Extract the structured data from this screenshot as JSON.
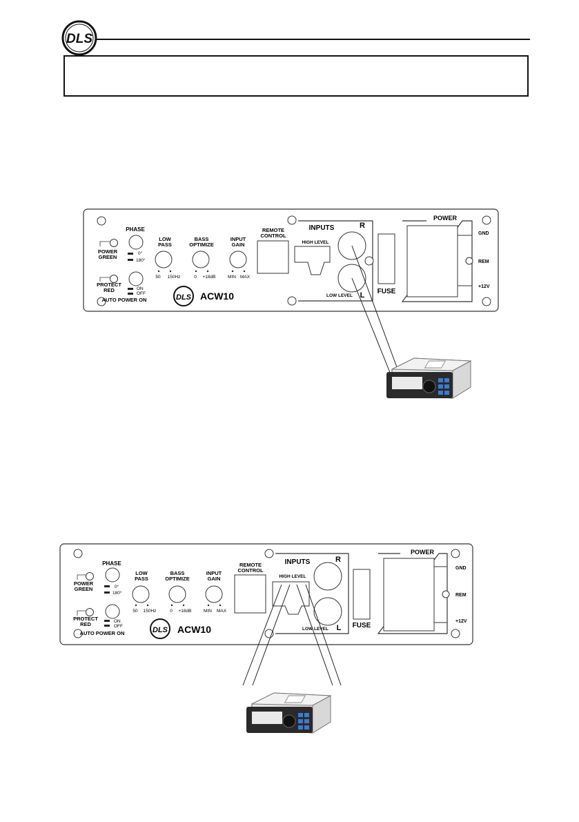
{
  "header": {
    "logo_text": "DLS"
  },
  "panel": {
    "phase": "PHASE",
    "phase_0": "0°",
    "phase_180": "180°",
    "power_line1": "POWER",
    "power_line2": "GREEN",
    "protect_line1": "PROTECT",
    "protect_line2": "RED",
    "on": "ON",
    "off": "OFF",
    "auto_power_on": "AUTO POWER ON",
    "low_pass_line1": "LOW",
    "low_pass_line2": "PASS",
    "lp_min": "50",
    "lp_max": "150Hz",
    "bass_line1": "BASS",
    "bass_line2": "OPTIMIZE",
    "bass_min": "0",
    "bass_max": "+18dB",
    "gain_line1": "INPUT",
    "gain_line2": "GAIN",
    "gain_min": "MIN",
    "gain_max": "MAX",
    "model": "ACW10",
    "remote_line1": "REMOTE",
    "remote_line2": "CONTROL",
    "inputs": "INPUTS",
    "high_level": "HIGH LEVEL",
    "low_level": "LOW LEVEL",
    "r": "R",
    "l": "L",
    "fuse": "FUSE",
    "power": "POWER",
    "gnd": "GND",
    "rem": "REM",
    "plus12v": "+12V"
  }
}
